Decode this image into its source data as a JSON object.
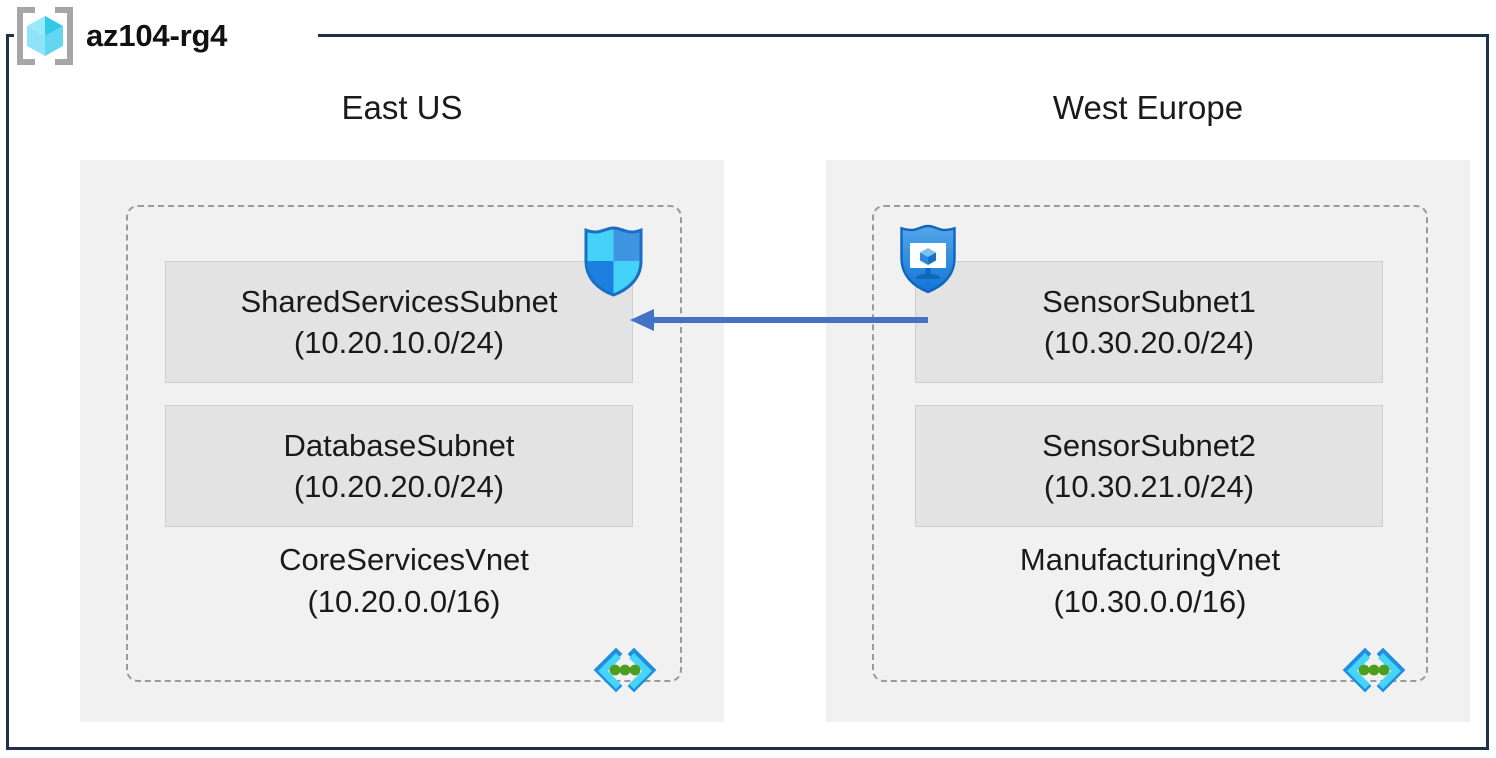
{
  "diagram": {
    "resource_group": {
      "name": "az104-rg4",
      "icon": "resource-group-cube-icon",
      "frame_color": "#1f3048"
    },
    "arrow": {
      "name": "vnet-peering-arrow",
      "direction": "right-to-left",
      "color": "#4472c4"
    },
    "regions": [
      {
        "label": "East US",
        "vnet": {
          "name": "CoreServicesVnet",
          "cidr": "(10.20.0.0/16)",
          "icon": "virtual-network-icon",
          "subnets": [
            {
              "name": "SharedServicesSubnet",
              "cidr": "(10.20.10.0/24)",
              "icon": "network-security-group-shield-icon"
            },
            {
              "name": "DatabaseSubnet",
              "cidr": "(10.20.20.0/24)",
              "icon": null
            }
          ]
        }
      },
      {
        "label": "West Europe",
        "vnet": {
          "name": "ManufacturingVnet",
          "cidr": "(10.30.0.0/16)",
          "icon": "virtual-network-icon",
          "subnets": [
            {
              "name": "SensorSubnet1",
              "cidr": "(10.30.20.0/24)",
              "icon": "security-center-shield-monitor-icon"
            },
            {
              "name": "SensorSubnet2",
              "cidr": "(10.30.21.0/24)",
              "icon": null
            }
          ]
        }
      }
    ]
  }
}
